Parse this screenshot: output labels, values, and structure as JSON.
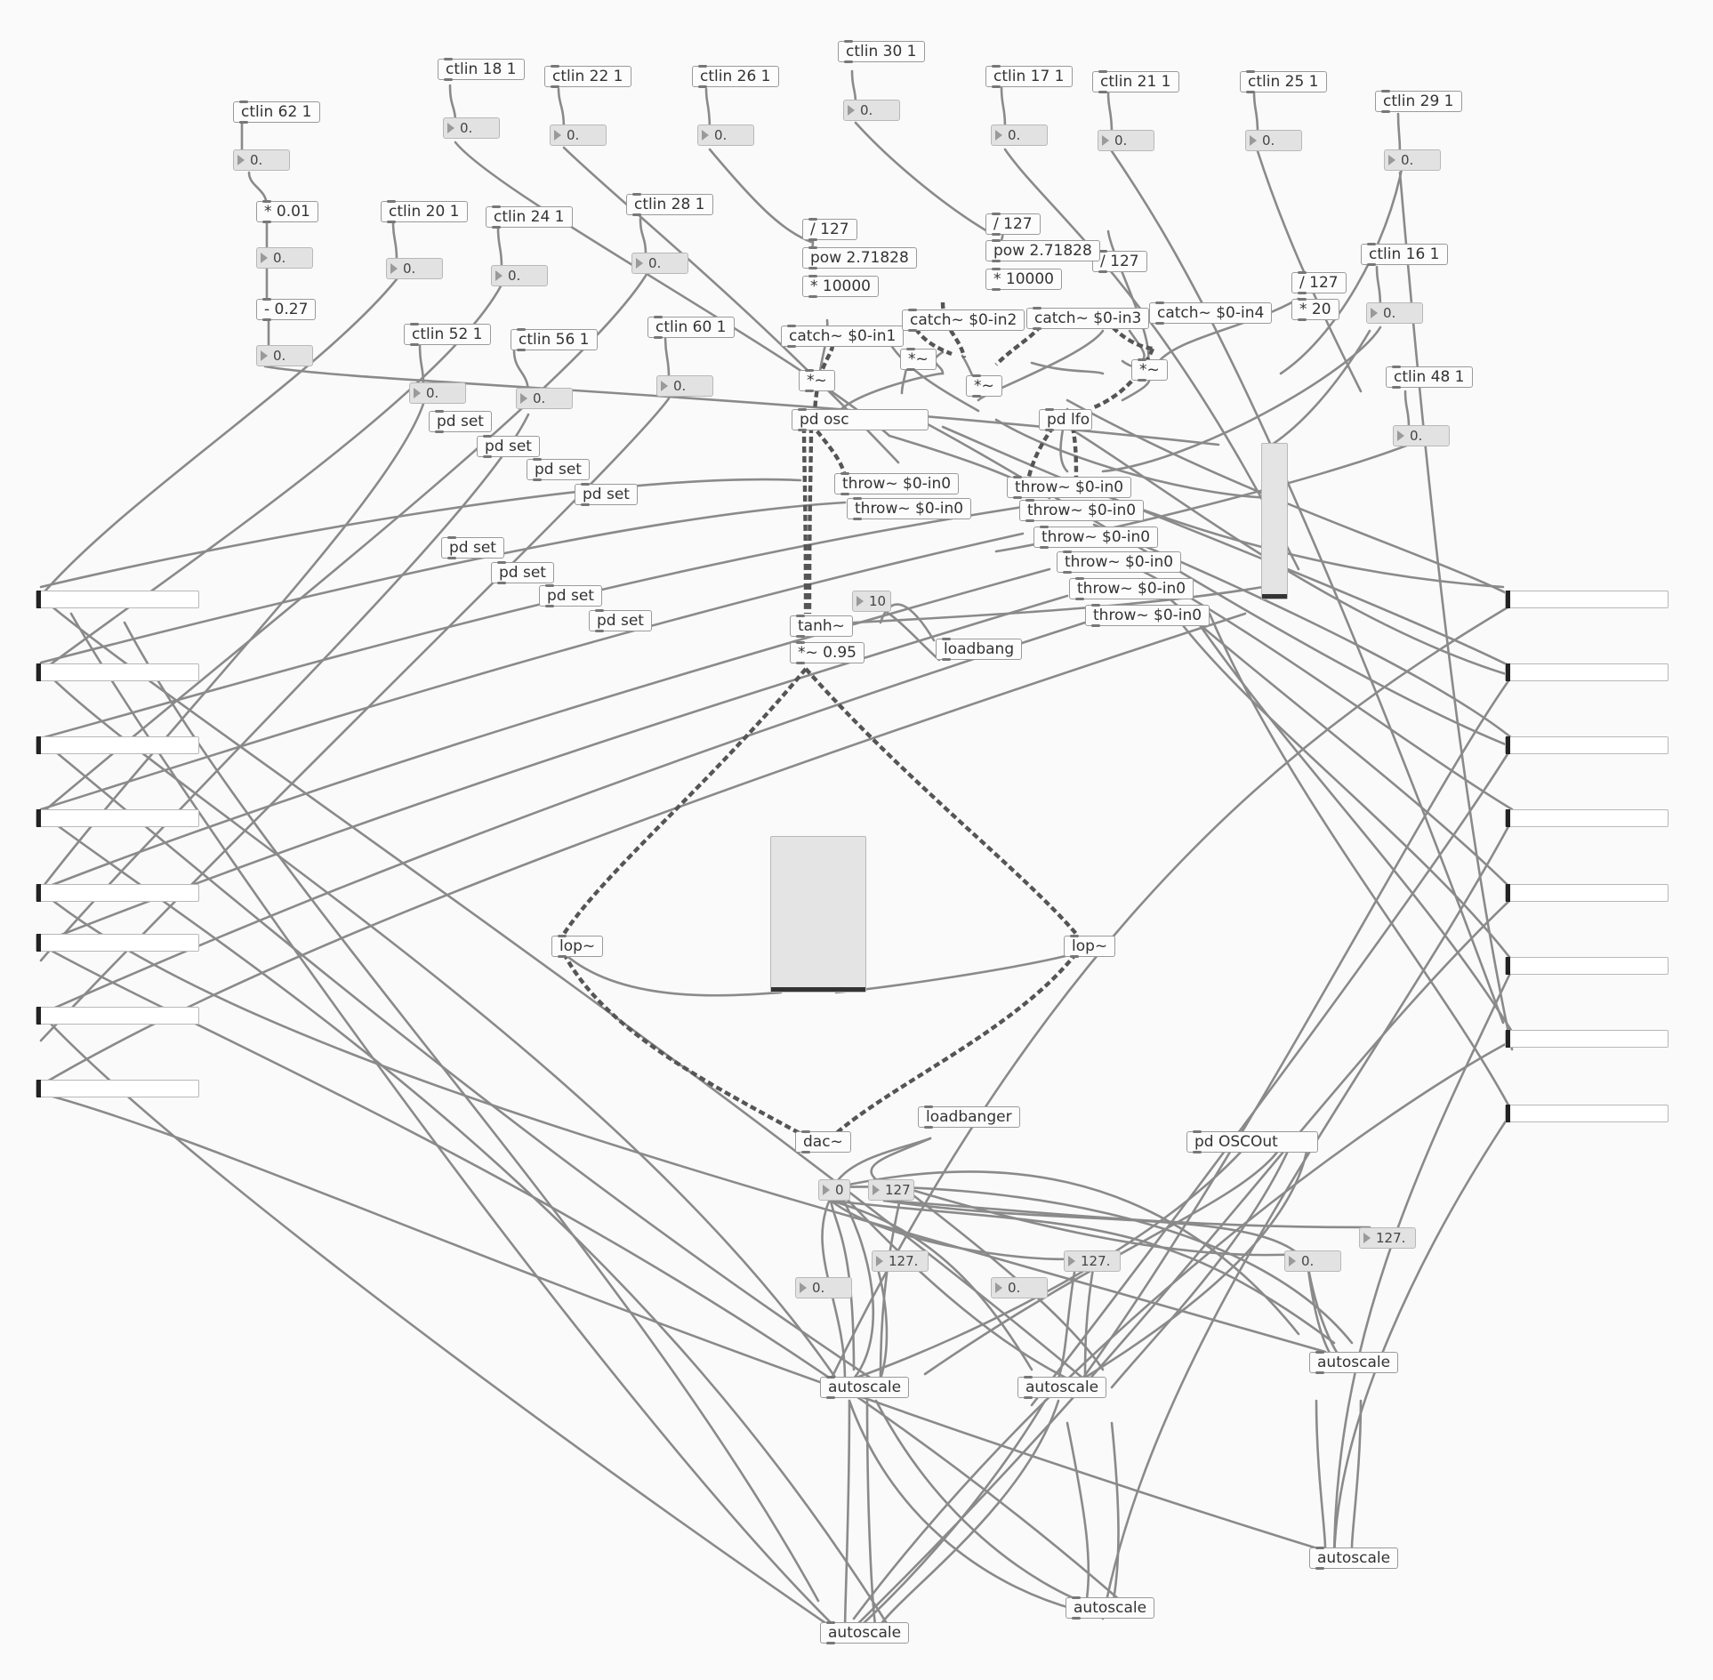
{
  "objects": {
    "ctlin62": "ctlin 62 1",
    "ctlin18": "ctlin 18 1",
    "ctlin22": "ctlin 22 1",
    "ctlin26": "ctlin 26 1",
    "ctlin30": "ctlin 30 1",
    "ctlin17": "ctlin 17 1",
    "ctlin21": "ctlin 21 1",
    "ctlin25": "ctlin 25 1",
    "ctlin29": "ctlin 29 1",
    "ctlin20": "ctlin 20 1",
    "ctlin24": "ctlin 24 1",
    "ctlin28": "ctlin 28 1",
    "ctlin16": "ctlin 16 1",
    "ctlin52": "ctlin 52 1",
    "ctlin56": "ctlin 56 1",
    "ctlin60": "ctlin 60 1",
    "ctlin48": "ctlin 48 1",
    "mul001": "* 0.01",
    "sub027": "- 0.27",
    "div127a": "/ 127",
    "div127b": "/ 127",
    "div127c": "/ 127",
    "div127d": "/ 127",
    "powA": "pow 2.71828",
    "powB": "pow 2.71828",
    "mul10000a": "* 10000",
    "mul10000b": "* 10000",
    "mul20": "* 20",
    "catch1": "catch~ $0-in1",
    "catch2": "catch~ $0-in2",
    "catch3": "catch~ $0-in3",
    "catch4": "catch~ $0-in4",
    "sigmulA": "*~",
    "sigmulB": "*~",
    "sigmulC": "*~",
    "sigmulD": "*~",
    "pdosc": "pd osc",
    "pdlfo": "pd lfo",
    "pdset": "pd set",
    "throw": "throw~ $0-in0",
    "tanh": "tanh~",
    "mul095": "*~ 0.95",
    "loadbang": "loadbang",
    "lopL": "lop~",
    "lopR": "lop~",
    "dac": "dac~",
    "loadbanger": "loadbanger",
    "pdoscout": "pd OSCOut",
    "autoscale": "autoscale"
  },
  "numbers": {
    "zero_float": "0.",
    "v127_float": "127.",
    "ten": "10",
    "zero": "0",
    "v127": "127"
  }
}
